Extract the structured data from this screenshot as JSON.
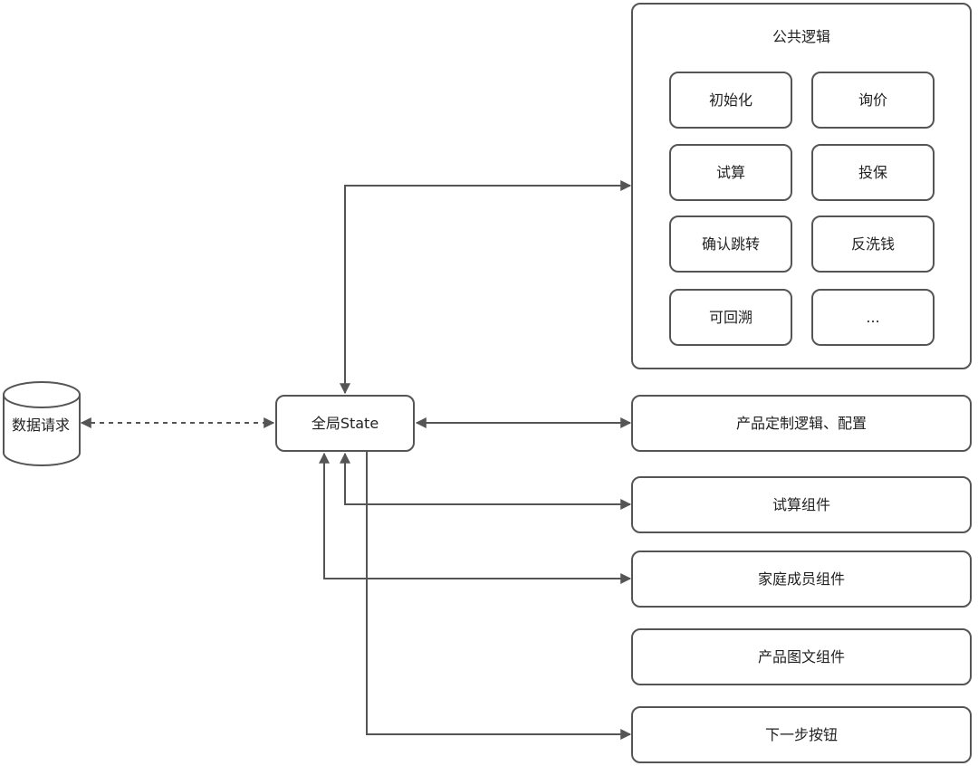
{
  "data_store": {
    "label": "数据请求"
  },
  "global_state": {
    "label": "全局State"
  },
  "common_logic": {
    "title": "公共逻辑",
    "items": [
      "初始化",
      "询价",
      "试算",
      "投保",
      "确认跳转",
      "反洗钱",
      "可回溯",
      "..."
    ]
  },
  "components": {
    "product_config": "产品定制逻辑、配置",
    "calc_component": "试算组件",
    "family_component": "家庭成员组件",
    "media_component": "产品图文组件",
    "next_button": "下一步按钮"
  },
  "colors": {
    "stroke": "#555555",
    "text": "#222222",
    "background": "#ffffff"
  }
}
